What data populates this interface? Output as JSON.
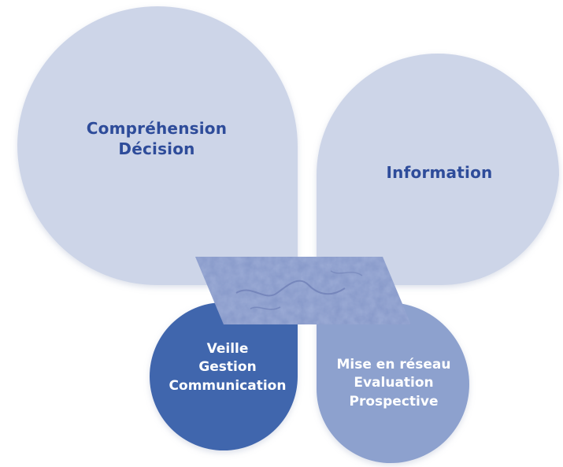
{
  "diagram": {
    "colors": {
      "large_petal_fill": "#cdd5e8",
      "large_petal_text": "#2e4c9a",
      "dark_petal_fill": "#3f66ad",
      "dark_petal_text": "#ffffff",
      "mid_petal_fill": "#8da1ce",
      "mid_petal_text": "#ffffff",
      "map_fill": "#8597c8"
    },
    "petals": {
      "top_left": {
        "lines": [
          "Compréhension",
          "Décision"
        ]
      },
      "top_right": {
        "lines": [
          "Information"
        ]
      },
      "bottom_left": {
        "lines": [
          "Veille",
          "Gestion",
          "Communication"
        ]
      },
      "bottom_right": {
        "lines": [
          "Mise en réseau",
          "Evaluation",
          "Prospective"
        ]
      }
    },
    "center_image": {
      "icon": "map-image"
    }
  }
}
